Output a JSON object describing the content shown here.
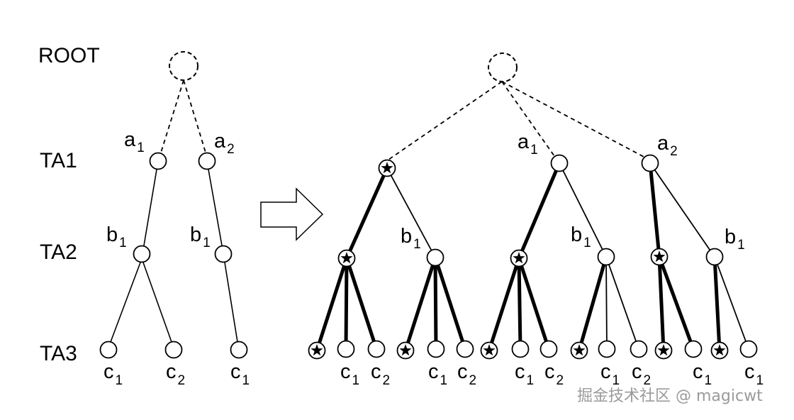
{
  "levels": [
    "ROOT",
    "TA1",
    "TA2",
    "TA3"
  ],
  "left_tree": {
    "a1": {
      "base": "a",
      "sub": "1"
    },
    "a2": {
      "base": "a",
      "sub": "2"
    },
    "b1_left": {
      "base": "b",
      "sub": "1"
    },
    "b1_right": {
      "base": "b",
      "sub": "1"
    },
    "c1_a": {
      "base": "c",
      "sub": "1"
    },
    "c2_a": {
      "base": "c",
      "sub": "2"
    },
    "c1_b": {
      "base": "c",
      "sub": "1"
    }
  },
  "right_tree": {
    "a1": {
      "base": "a",
      "sub": "1"
    },
    "a2": {
      "base": "a",
      "sub": "2"
    },
    "b1_g1": {
      "base": "b",
      "sub": "1"
    },
    "b1_g2": {
      "base": "b",
      "sub": "1"
    },
    "b1_g3": {
      "base": "b",
      "sub": "1"
    },
    "leaf_labels": [
      {
        "base": "c",
        "sub": "1"
      },
      {
        "base": "c",
        "sub": "2"
      },
      {
        "base": "c",
        "sub": "1"
      },
      {
        "base": "c",
        "sub": "2"
      },
      {
        "base": "c",
        "sub": "1"
      },
      {
        "base": "c",
        "sub": "2"
      },
      {
        "base": "c",
        "sub": "1"
      },
      {
        "base": "c",
        "sub": "2"
      },
      {
        "base": "c",
        "sub": "1"
      },
      {
        "base": "c",
        "sub": "1"
      }
    ]
  },
  "watermark": "掘金技术社区 @ magicwt"
}
